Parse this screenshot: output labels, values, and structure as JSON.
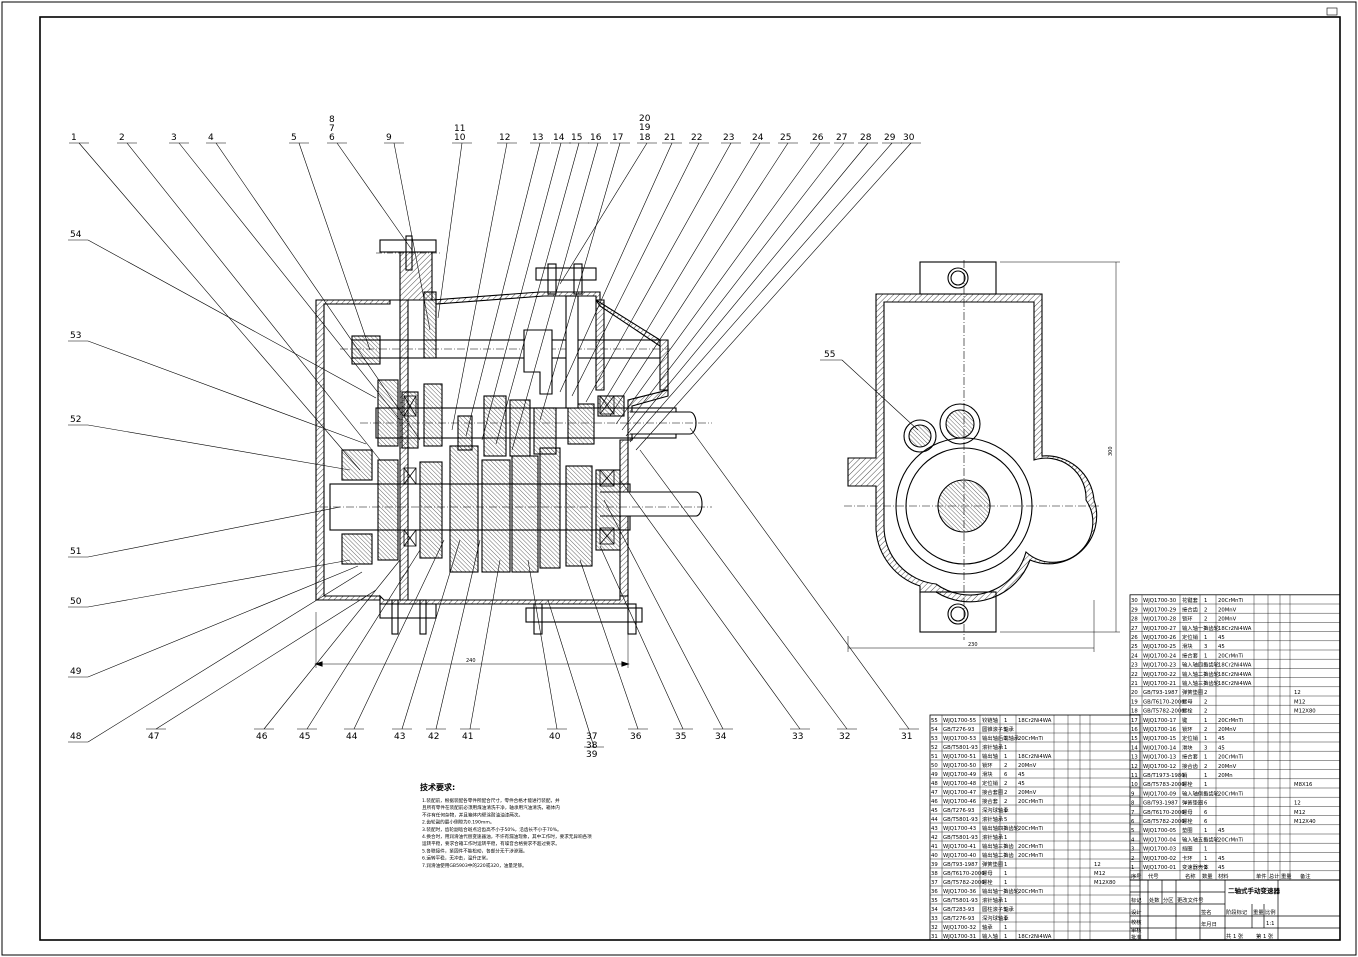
{
  "drawing": {
    "dimensions": {
      "width_main": "240",
      "height_side": "300",
      "width_side": "230"
    },
    "balloons_top": [
      "1",
      "2",
      "3",
      "4",
      "5",
      "8",
      "7",
      "6",
      "9",
      "11",
      "10",
      "12",
      "13",
      "14",
      "15",
      "16",
      "17",
      "20",
      "19",
      "18",
      "21",
      "22",
      "23",
      "24",
      "25",
      "26",
      "27",
      "28",
      "29",
      "30"
    ],
    "balloons_left": [
      "54",
      "53",
      "52",
      "51",
      "50",
      "49",
      "48"
    ],
    "balloons_bottom": [
      "47",
      "46",
      "45",
      "44",
      "43",
      "42",
      "41",
      "40",
      "37",
      "38",
      "39",
      "36",
      "35",
      "34",
      "33",
      "32",
      "31"
    ],
    "balloon_side": "55",
    "tech_requirements": {
      "title": "技术要求:",
      "lines": [
        "1.装配前，根据装配各零件所配合尺寸，零件合格才能进行装配，并",
        "  且所有零件在装配前必须用煤油清洗干净，轴承用汽油清洗，箱体内",
        "  不许有任何杂物，并且箱体内壁涂耐油油漆两次。",
        "2.齿轮副的最小侧隙为0.190mm。",
        "3.装配时，齿轮副啮合斑点沿齿高不小于50%，沿齿长不小于70%。",
        "4.换合时，用润滑油代替变速器油，不许有漏油现象，其中工作时，要求无异响各项",
        "  运转平稳，要求合箱工作时运转平稳，有噪音合格要求不超过要求。",
        "5.各联接件，紧固件不能松动，各部分无干涉渗漏。",
        "6.运转平稳，无冲击，温升正常。",
        "7.润滑油使用GB5903中的220或320，油量足够。"
      ]
    },
    "bom_left": [
      [
        "55",
        "WJQ1700-55",
        "铰链轴",
        "1",
        "18Cr2Ni4WA",
        ""
      ],
      [
        "54",
        "GB/T276-93",
        "圆锥滚子轴承",
        "1",
        "",
        ""
      ],
      [
        "53",
        "WJQ1700-53",
        "输出轴后端轴承",
        "1",
        "20CrMnTi",
        ""
      ],
      [
        "52",
        "GB/T5801-93",
        "滚针轴承",
        "1",
        "",
        ""
      ],
      [
        "51",
        "WJQ1700-51",
        "输出轴",
        "1",
        "18Cr2Ni4WA",
        ""
      ],
      [
        "50",
        "WJQ1700-50",
        "锁环",
        "2",
        "20MnV",
        ""
      ],
      [
        "49",
        "WJQ1700-49",
        "滑块",
        "6",
        "45",
        ""
      ],
      [
        "48",
        "WJQ1700-48",
        "定位销",
        "2",
        "45",
        ""
      ],
      [
        "47",
        "WJQ1700-47",
        "接合套圈",
        "2",
        "20MnV",
        ""
      ],
      [
        "46",
        "WJQ1700-46",
        "接合套",
        "2",
        "20CrMnTi",
        ""
      ],
      [
        "45",
        "GB/T276-93",
        "深沟球轴承",
        "1",
        "",
        ""
      ],
      [
        "44",
        "GB/T5801-93",
        "滚针轴承",
        "5",
        "",
        ""
      ],
      [
        "43",
        "WJQ1700-43",
        "输出轴四挡齿轮",
        "1",
        "20CrMnTi",
        ""
      ],
      [
        "42",
        "GB/T5801-93",
        "滚针轴承",
        "1",
        "",
        ""
      ],
      [
        "41",
        "WJQ1700-41",
        "输出轴三挡齿",
        "1",
        "20CrMnTi",
        ""
      ],
      [
        "40",
        "WJQ1700-40",
        "输出轴二挡齿",
        "1",
        "20CrMnTi",
        ""
      ],
      [
        "39",
        "GB/T93-1987",
        "弹簧垫圈",
        "1",
        "",
        "12"
      ],
      [
        "38",
        "GB/T6170-2000",
        "螺母",
        "1",
        "",
        "M12"
      ],
      [
        "37",
        "GB/T5782-2000",
        "螺栓",
        "1",
        "",
        "M12X80"
      ],
      [
        "36",
        "WJQ1700-36",
        "输出轴一挡齿轮",
        "1",
        "20CrMnTi",
        ""
      ],
      [
        "35",
        "GB/T5801-93",
        "滚针轴承",
        "1",
        "",
        ""
      ],
      [
        "34",
        "GB/T283-93",
        "圆柱滚子轴承",
        "1",
        "",
        ""
      ],
      [
        "33",
        "GB/T276-93",
        "深沟球轴承",
        "1",
        "",
        ""
      ],
      [
        "32",
        "WJQ1700-32",
        "轴承",
        "1",
        "",
        ""
      ],
      [
        "31",
        "WJQ1700-31",
        "输入轴",
        "1",
        "18Cr2Ni4WA",
        ""
      ]
    ],
    "bom_right": [
      [
        "30",
        "WJQ1700-30",
        "花键套",
        "1",
        "20CrMnTi",
        ""
      ],
      [
        "29",
        "WJQ1700-29",
        "接合齿",
        "2",
        "20MnV",
        ""
      ],
      [
        "28",
        "WJQ1700-28",
        "锁环",
        "2",
        "20MnV",
        ""
      ],
      [
        "27",
        "WJQ1700-27",
        "输入轴一挡齿轮",
        "1",
        "18Cr2Ni4WA",
        ""
      ],
      [
        "26",
        "WJQ1700-26",
        "定位销",
        "1",
        "45",
        ""
      ],
      [
        "25",
        "WJQ1700-25",
        "滑块",
        "3",
        "45",
        ""
      ],
      [
        "24",
        "WJQ1700-24",
        "接合套",
        "1",
        "20CrMnTi",
        ""
      ],
      [
        "23",
        "WJQ1700-23",
        "输入轴四挡齿轮",
        "1",
        "18Cr2Ni4WA",
        ""
      ],
      [
        "22",
        "WJQ1700-22",
        "输入轴二挡齿轮",
        "1",
        "18Cr2Ni4WA",
        ""
      ],
      [
        "21",
        "WJQ1700-21",
        "输入轴三挡齿轮",
        "1",
        "18Cr2Ni4WA",
        ""
      ],
      [
        "20",
        "GB/T93-1987",
        "弹簧垫圈",
        "2",
        "",
        "12"
      ],
      [
        "19",
        "GB/T6170-2000",
        "螺母",
        "2",
        "",
        "M12"
      ],
      [
        "18",
        "GB/T5782-2000",
        "螺栓",
        "2",
        "",
        "M12X80"
      ],
      [
        "17",
        "WJQ1700-17",
        "键",
        "1",
        "20CrMnTi",
        ""
      ],
      [
        "16",
        "WJQ1700-16",
        "锁环",
        "2",
        "20MnV",
        ""
      ],
      [
        "15",
        "WJQ1700-15",
        "定位销",
        "1",
        "45",
        ""
      ],
      [
        "14",
        "WJQ1700-14",
        "滑块",
        "3",
        "45",
        ""
      ],
      [
        "13",
        "WJQ1700-13",
        "接合套",
        "1",
        "20CrMnTi",
        ""
      ],
      [
        "12",
        "WJQ1700-12",
        "接合齿",
        "2",
        "20MnV",
        ""
      ],
      [
        "11",
        "GB/T1973-1980",
        "销",
        "1",
        "20Mn",
        ""
      ],
      [
        "10",
        "GB/T5783-2000",
        "螺栓",
        "1",
        "",
        "M8X16"
      ],
      [
        "9",
        "WJQ1700-09",
        "输入轴倒挡齿轮",
        "1",
        "20CrMnTi",
        ""
      ],
      [
        "8",
        "GB/T93-1987",
        "弹簧垫圈",
        "6",
        "",
        "12"
      ],
      [
        "7",
        "GB/T6170-2000",
        "螺母",
        "6",
        "",
        "M12"
      ],
      [
        "6",
        "GB/T5782-2000",
        "螺栓",
        "6",
        "",
        "M12X40"
      ],
      [
        "5",
        "WJQ1700-05",
        "垫圈",
        "1",
        "45",
        ""
      ],
      [
        "4",
        "WJQ1700-04",
        "输入轴五挡齿轮",
        "1",
        "20CrMnTi",
        ""
      ],
      [
        "3",
        "WJQ1700-03",
        "挡圈",
        "1",
        "",
        ""
      ],
      [
        "2",
        "WJQ1700-02",
        "卡环",
        "1",
        "45",
        ""
      ],
      [
        "1",
        "WJQ1700-01",
        "变速器壳体",
        "1",
        "45",
        ""
      ]
    ],
    "bom_header": [
      "序号",
      "代号",
      "名称",
      "数量",
      "材料",
      "单件",
      "总计",
      "重量",
      "备注"
    ],
    "title_block": {
      "title": "二轴式手动变速器",
      "labels": [
        "标记",
        "处数",
        "分区",
        "更改文件号",
        "签名",
        "年月日"
      ],
      "roles": [
        "设计",
        "校核",
        "审核",
        "批准"
      ],
      "stage": "阶段标记",
      "weight_label": "重量",
      "scale_label": "比例",
      "scale": "1:1",
      "sheet": "共 1 张",
      "sheet_no": "第 1 张"
    }
  }
}
